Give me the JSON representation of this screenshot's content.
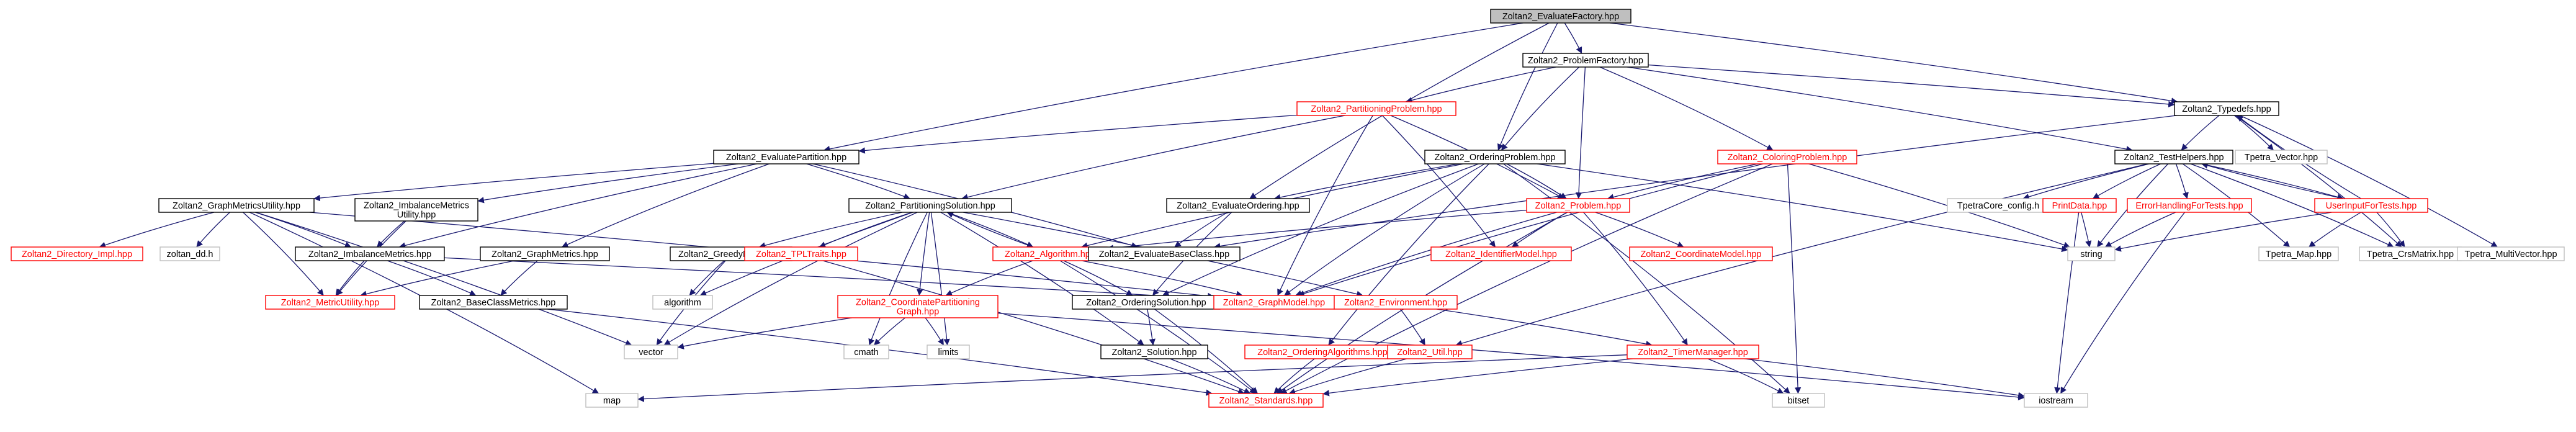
{
  "diagram": {
    "colors": {
      "edge": "#191970",
      "node_border": "#000000",
      "node_border_missing": "#ff0000",
      "node_border_external": "#bfbfbf",
      "root_fill": "#bfbfbf",
      "node_fill": "#ffffff",
      "text_default": "#000000",
      "text_missing": "#ff0000"
    },
    "nodes": [
      {
        "id": "evaluatefactory",
        "label": "Zoltan2_EvaluateFactory.hpp",
        "style": "root"
      },
      {
        "id": "problemfactory",
        "label": "Zoltan2_ProblemFactory.hpp",
        "style": "normal"
      },
      {
        "id": "typedefs",
        "label": "Zoltan2_Typedefs.hpp",
        "style": "normal"
      },
      {
        "id": "partitioningproblem",
        "label": "Zoltan2_PartitioningProblem.hpp",
        "style": "missing"
      },
      {
        "id": "evaluatepartition",
        "label": "Zoltan2_EvaluatePartition.hpp",
        "style": "normal"
      },
      {
        "id": "orderingproblem",
        "label": "Zoltan2_OrderingProblem.hpp",
        "style": "normal"
      },
      {
        "id": "coloringproblem",
        "label": "Zoltan2_ColoringProblem.hpp",
        "style": "missing"
      },
      {
        "id": "testhelpers",
        "label": "Zoltan2_TestHelpers.hpp",
        "style": "normal"
      },
      {
        "id": "tpetravector",
        "label": "Tpetra_Vector.hpp",
        "style": "external"
      },
      {
        "id": "graphmetricsutility",
        "label": "Zoltan2_GraphMetricsUtility.hpp",
        "style": "normal"
      },
      {
        "id": "imbalancemetricsutility",
        "label": "Zoltan2_ImbalanceMetrics\nUtility.hpp",
        "style": "normal"
      },
      {
        "id": "partitioningsolution",
        "label": "Zoltan2_PartitioningSolution.hpp",
        "style": "normal"
      },
      {
        "id": "evaluateordering",
        "label": "Zoltan2_EvaluateOrdering.hpp",
        "style": "normal"
      },
      {
        "id": "problem",
        "label": "Zoltan2_Problem.hpp",
        "style": "missing"
      },
      {
        "id": "tpetracore",
        "label": "TpetraCore_config.h",
        "style": "external"
      },
      {
        "id": "printdata",
        "label": "PrintData.hpp",
        "style": "missing"
      },
      {
        "id": "errorhandling",
        "label": "ErrorHandlingForTests.hpp",
        "style": "missing"
      },
      {
        "id": "userinput",
        "label": "UserInputForTests.hpp",
        "style": "missing"
      },
      {
        "id": "directoryimpl",
        "label": "Zoltan2_Directory_Impl.hpp",
        "style": "missing"
      },
      {
        "id": "zoltandd",
        "label": "zoltan_dd.h",
        "style": "external"
      },
      {
        "id": "imbalancemetrics",
        "label": "Zoltan2_ImbalanceMetrics.hpp",
        "style": "normal"
      },
      {
        "id": "graphmetrics",
        "label": "Zoltan2_GraphMetrics.hpp",
        "style": "normal"
      },
      {
        "id": "greedymwm",
        "label": "Zoltan2_GreedyMWM.hpp",
        "style": "normal"
      },
      {
        "id": "tpltraits",
        "label": "Zoltan2_TPLTraits.hpp",
        "style": "missing"
      },
      {
        "id": "algorithm",
        "label": "Zoltan2_Algorithm.hpp",
        "style": "missing"
      },
      {
        "id": "evaluatebaseclass",
        "label": "Zoltan2_EvaluateBaseClass.hpp",
        "style": "normal"
      },
      {
        "id": "identifiermodel",
        "label": "Zoltan2_IdentifierModel.hpp",
        "style": "missing"
      },
      {
        "id": "coordinatemodel",
        "label": "Zoltan2_CoordinateModel.hpp",
        "style": "missing"
      },
      {
        "id": "string",
        "label": "string",
        "style": "external"
      },
      {
        "id": "tpetramap",
        "label": "Tpetra_Map.hpp",
        "style": "external"
      },
      {
        "id": "tpetracrsmatrix",
        "label": "Tpetra_CrsMatrix.hpp",
        "style": "external"
      },
      {
        "id": "tpetramultivector",
        "label": "Tpetra_MultiVector.hpp",
        "style": "external"
      },
      {
        "id": "metricutility",
        "label": "Zoltan2_MetricUtility.hpp",
        "style": "missing"
      },
      {
        "id": "algorithmstd",
        "label": "algorithm",
        "style": "external"
      },
      {
        "id": "baseclassmetrics",
        "label": "Zoltan2_BaseClassMetrics.hpp",
        "style": "normal"
      },
      {
        "id": "coordinatepartitioninggraph",
        "label": "Zoltan2_CoordinatePartitioning\nGraph.hpp",
        "style": "missing"
      },
      {
        "id": "orderingsolution",
        "label": "Zoltan2_OrderingSolution.hpp",
        "style": "normal"
      },
      {
        "id": "graphmodel",
        "label": "Zoltan2_GraphModel.hpp",
        "style": "missing"
      },
      {
        "id": "environment",
        "label": "Zoltan2_Environment.hpp",
        "style": "missing"
      },
      {
        "id": "vector",
        "label": "vector",
        "style": "external"
      },
      {
        "id": "cmath",
        "label": "cmath",
        "style": "external"
      },
      {
        "id": "limits",
        "label": "limits",
        "style": "external"
      },
      {
        "id": "solution",
        "label": "Zoltan2_Solution.hpp",
        "style": "normal"
      },
      {
        "id": "orderingalgorithms",
        "label": "Zoltan2_OrderingAlgorithms.hpp",
        "style": "missing"
      },
      {
        "id": "util",
        "label": "Zoltan2_Util.hpp",
        "style": "missing"
      },
      {
        "id": "timermanager",
        "label": "Zoltan2_TimerManager.hpp",
        "style": "missing"
      },
      {
        "id": "map",
        "label": "map",
        "style": "external"
      },
      {
        "id": "standards",
        "label": "Zoltan2_Standards.hpp",
        "style": "missing"
      },
      {
        "id": "bitset",
        "label": "bitset",
        "style": "external"
      },
      {
        "id": "iostream",
        "label": "iostream",
        "style": "external"
      }
    ],
    "edges": [
      [
        "evaluatefactory",
        "problemfactory"
      ],
      [
        "evaluatefactory",
        "typedefs"
      ],
      [
        "evaluatefactory",
        "evaluatepartition"
      ],
      [
        "evaluatefactory",
        "orderingproblem"
      ],
      [
        "evaluatefactory",
        "evaluateordering"
      ],
      [
        "problemfactory",
        "typedefs"
      ],
      [
        "problemfactory",
        "partitioningproblem"
      ],
      [
        "problemfactory",
        "orderingproblem"
      ],
      [
        "problemfactory",
        "coloringproblem"
      ],
      [
        "problemfactory",
        "problem"
      ],
      [
        "problemfactory",
        "testhelpers"
      ],
      [
        "typedefs",
        "testhelpers"
      ],
      [
        "typedefs",
        "tpetravector"
      ],
      [
        "typedefs",
        "tpetracrsmatrix"
      ],
      [
        "typedefs",
        "tpetramultivector"
      ],
      [
        "typedefs",
        "evaluatebaseclass"
      ],
      [
        "partitioningproblem",
        "evaluatepartition"
      ],
      [
        "partitioningproblem",
        "partitioningsolution"
      ],
      [
        "partitioningproblem",
        "problem"
      ],
      [
        "partitioningproblem",
        "graphmodel"
      ],
      [
        "partitioningproblem",
        "identifiermodel"
      ],
      [
        "evaluatepartition",
        "graphmetricsutility"
      ],
      [
        "evaluatepartition",
        "imbalancemetricsutility"
      ],
      [
        "evaluatepartition",
        "partitioningsolution"
      ],
      [
        "evaluatepartition",
        "imbalancemetrics"
      ],
      [
        "evaluatepartition",
        "graphmetrics"
      ],
      [
        "evaluatepartition",
        "evaluatebaseclass"
      ],
      [
        "orderingproblem",
        "problem"
      ],
      [
        "orderingproblem",
        "orderingsolution"
      ],
      [
        "orderingproblem",
        "graphmodel"
      ],
      [
        "orderingproblem",
        "orderingalgorithms"
      ],
      [
        "orderingproblem",
        "evaluateordering"
      ],
      [
        "orderingproblem",
        "string"
      ],
      [
        "orderingproblem",
        "bitset"
      ],
      [
        "orderingproblem",
        "algorithm"
      ],
      [
        "coloringproblem",
        "problem"
      ],
      [
        "coloringproblem",
        "graphmodel"
      ],
      [
        "coloringproblem",
        "string"
      ],
      [
        "coloringproblem",
        "bitset"
      ],
      [
        "coloringproblem",
        "standards"
      ],
      [
        "testhelpers",
        "tpetracore"
      ],
      [
        "testhelpers",
        "printdata"
      ],
      [
        "testhelpers",
        "errorhandling"
      ],
      [
        "testhelpers",
        "userinput"
      ],
      [
        "testhelpers",
        "tpetramap"
      ],
      [
        "testhelpers",
        "tpetracrsmatrix"
      ],
      [
        "testhelpers",
        "string"
      ],
      [
        "testhelpers",
        "util"
      ],
      [
        "userinput",
        "typedefs"
      ],
      [
        "userinput",
        "testhelpers"
      ],
      [
        "userinput",
        "tpetramap"
      ],
      [
        "userinput",
        "tpetracrsmatrix"
      ],
      [
        "userinput",
        "string"
      ],
      [
        "printdata",
        "string"
      ],
      [
        "printdata",
        "iostream"
      ],
      [
        "errorhandling",
        "string"
      ],
      [
        "errorhandling",
        "iostream"
      ],
      [
        "graphmetricsutility",
        "directoryimpl"
      ],
      [
        "graphmetricsutility",
        "zoltandd"
      ],
      [
        "graphmetricsutility",
        "imbalancemetrics"
      ],
      [
        "graphmetricsutility",
        "metricutility"
      ],
      [
        "graphmetricsutility",
        "vector"
      ],
      [
        "graphmetricsutility",
        "map"
      ],
      [
        "graphmetricsutility",
        "graphmodel"
      ],
      [
        "imbalancemetricsutility",
        "imbalancemetrics"
      ],
      [
        "imbalancemetricsutility",
        "metricutility"
      ],
      [
        "partitioningsolution",
        "greedymwm"
      ],
      [
        "partitioningsolution",
        "tpltraits"
      ],
      [
        "partitioningsolution",
        "algorithm"
      ],
      [
        "partitioningsolution",
        "coordinatepartitioninggraph"
      ],
      [
        "partitioningsolution",
        "solution"
      ],
      [
        "partitioningsolution",
        "environment"
      ],
      [
        "partitioningsolution",
        "vector"
      ],
      [
        "partitioningsolution",
        "cmath"
      ],
      [
        "partitioningsolution",
        "limits"
      ],
      [
        "partitioningsolution",
        "algorithmstd"
      ],
      [
        "evaluateordering",
        "evaluatebaseclass"
      ],
      [
        "evaluateordering",
        "orderingsolution"
      ],
      [
        "problem",
        "algorithm"
      ],
      [
        "problem",
        "identifiermodel"
      ],
      [
        "problem",
        "coordinatemodel"
      ],
      [
        "problem",
        "graphmodel"
      ],
      [
        "problem",
        "timermanager"
      ],
      [
        "problem",
        "standards"
      ],
      [
        "algorithm",
        "partitioningsolution"
      ],
      [
        "algorithm",
        "coordinatepartitioninggraph"
      ],
      [
        "algorithm",
        "orderingsolution"
      ],
      [
        "algorithm",
        "graphmodel"
      ],
      [
        "algorithm",
        "standards"
      ],
      [
        "imbalancemetrics",
        "metricutility"
      ],
      [
        "imbalancemetrics",
        "baseclassmetrics"
      ],
      [
        "imbalancemetrics",
        "graphmodel"
      ],
      [
        "graphmetrics",
        "metricutility"
      ],
      [
        "graphmetrics",
        "baseclassmetrics"
      ],
      [
        "greedymwm",
        "vector"
      ],
      [
        "greedymwm",
        "algorithmstd"
      ],
      [
        "tpltraits",
        "standards"
      ],
      [
        "coordinatepartitioninggraph",
        "vector"
      ],
      [
        "coordinatepartitioninggraph",
        "cmath"
      ],
      [
        "coordinatepartitioninggraph",
        "limits"
      ],
      [
        "coordinatepartitioninggraph",
        "iostream"
      ],
      [
        "orderingsolution",
        "solution"
      ],
      [
        "orderingsolution",
        "standards"
      ],
      [
        "baseclassmetrics",
        "standards"
      ],
      [
        "environment",
        "util"
      ],
      [
        "environment",
        "timermanager"
      ],
      [
        "solution",
        "standards"
      ],
      [
        "orderingalgorithms",
        "standards"
      ],
      [
        "util",
        "standards"
      ],
      [
        "timermanager",
        "map"
      ],
      [
        "timermanager",
        "standards"
      ],
      [
        "timermanager",
        "bitset"
      ],
      [
        "timermanager",
        "iostream"
      ]
    ]
  }
}
